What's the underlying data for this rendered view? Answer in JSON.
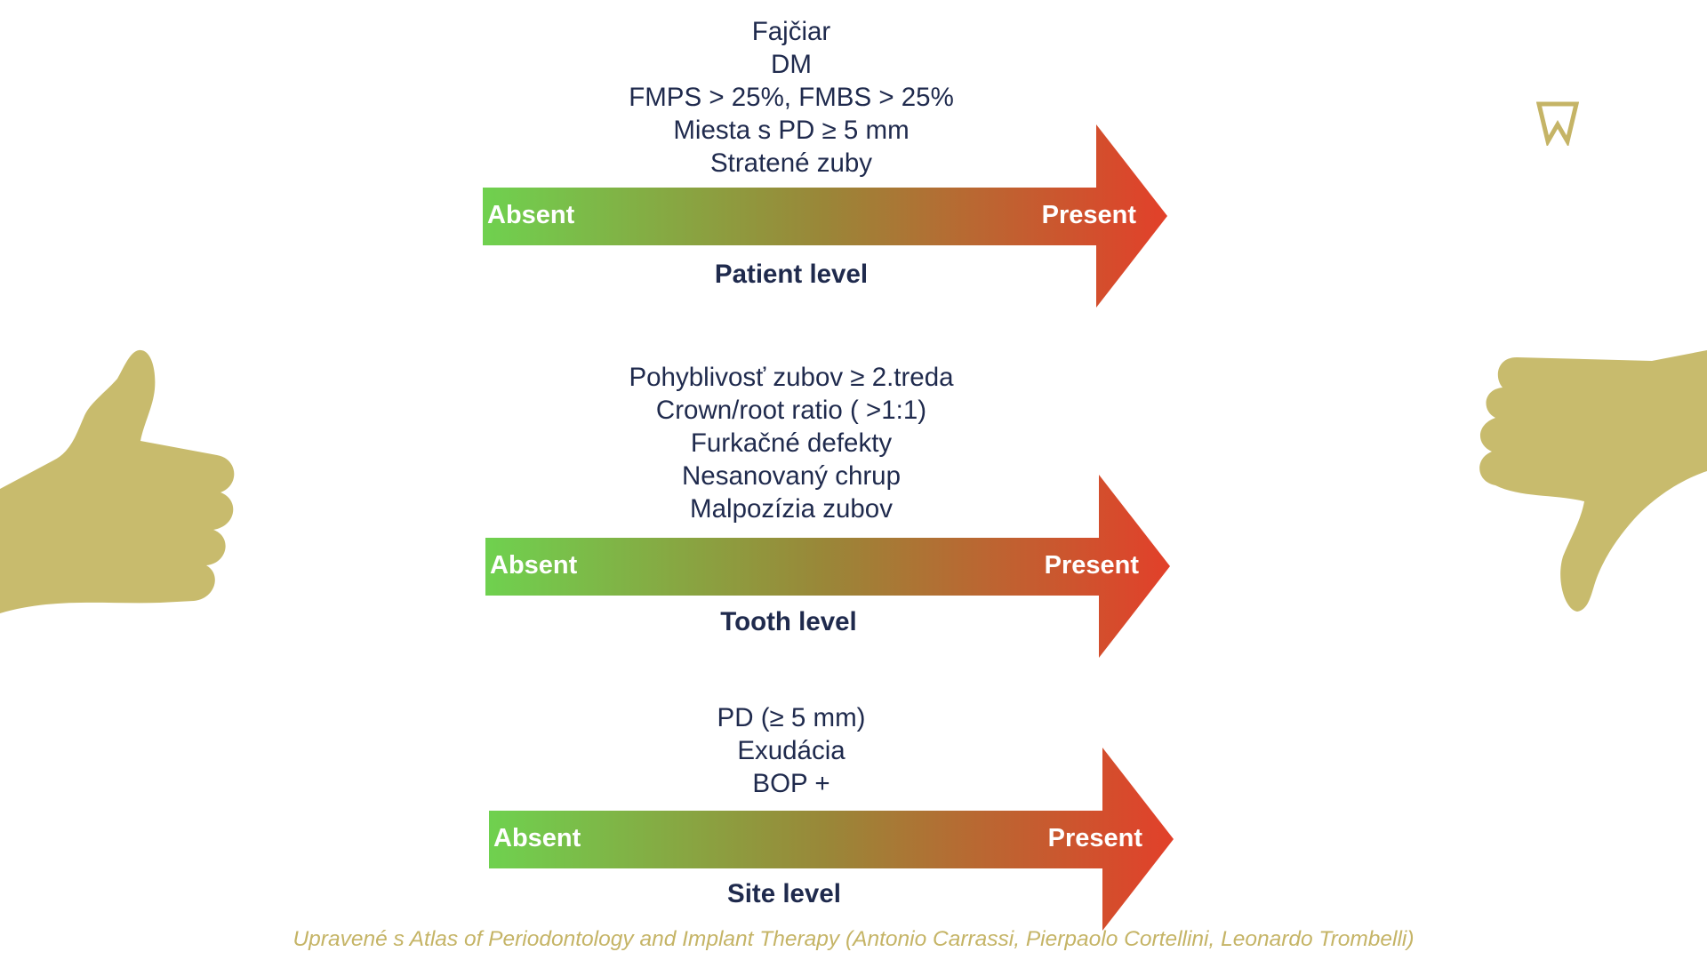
{
  "levels": [
    {
      "title": "Patient level",
      "factors": [
        "Fajčiar",
        "DM",
        "FMPS > 25%, FMBS > 25%",
        "Miesta s PD ≥ 5 mm",
        "Stratené zuby"
      ],
      "start_label": "Absent",
      "end_label": "Present"
    },
    {
      "title": "Tooth level",
      "factors": [
        "Pohyblivosť zubov ≥ 2.treda",
        "Crown/root ratio ( >1:1)",
        "Furkačné defekty",
        "Nesanovaný chrup",
        "Malpozízia zubov"
      ],
      "start_label": "Absent",
      "end_label": "Present"
    },
    {
      "title": "Site level",
      "factors": [
        "PD (≥ 5 mm)",
        "Exudácia",
        "BOP +"
      ],
      "start_label": "Absent",
      "end_label": "Present"
    }
  ],
  "source_note": "Upravené s Atlas of Periodontology and Implant Therapy (Antonio Carrassi, Pierpaolo Cortellini, Leonardo Trombelli)",
  "icons": {
    "left": "thumbs-up-icon",
    "right": "thumbs-down-icon",
    "logo": "brand-logo-icon"
  },
  "colors": {
    "gradient_start": "#6fd14f",
    "gradient_mid": "#9a8638",
    "gradient_end": "#e2402a",
    "text": "#1f2a4d",
    "hand": "#c8bb6d",
    "caption": "#c5b466"
  }
}
